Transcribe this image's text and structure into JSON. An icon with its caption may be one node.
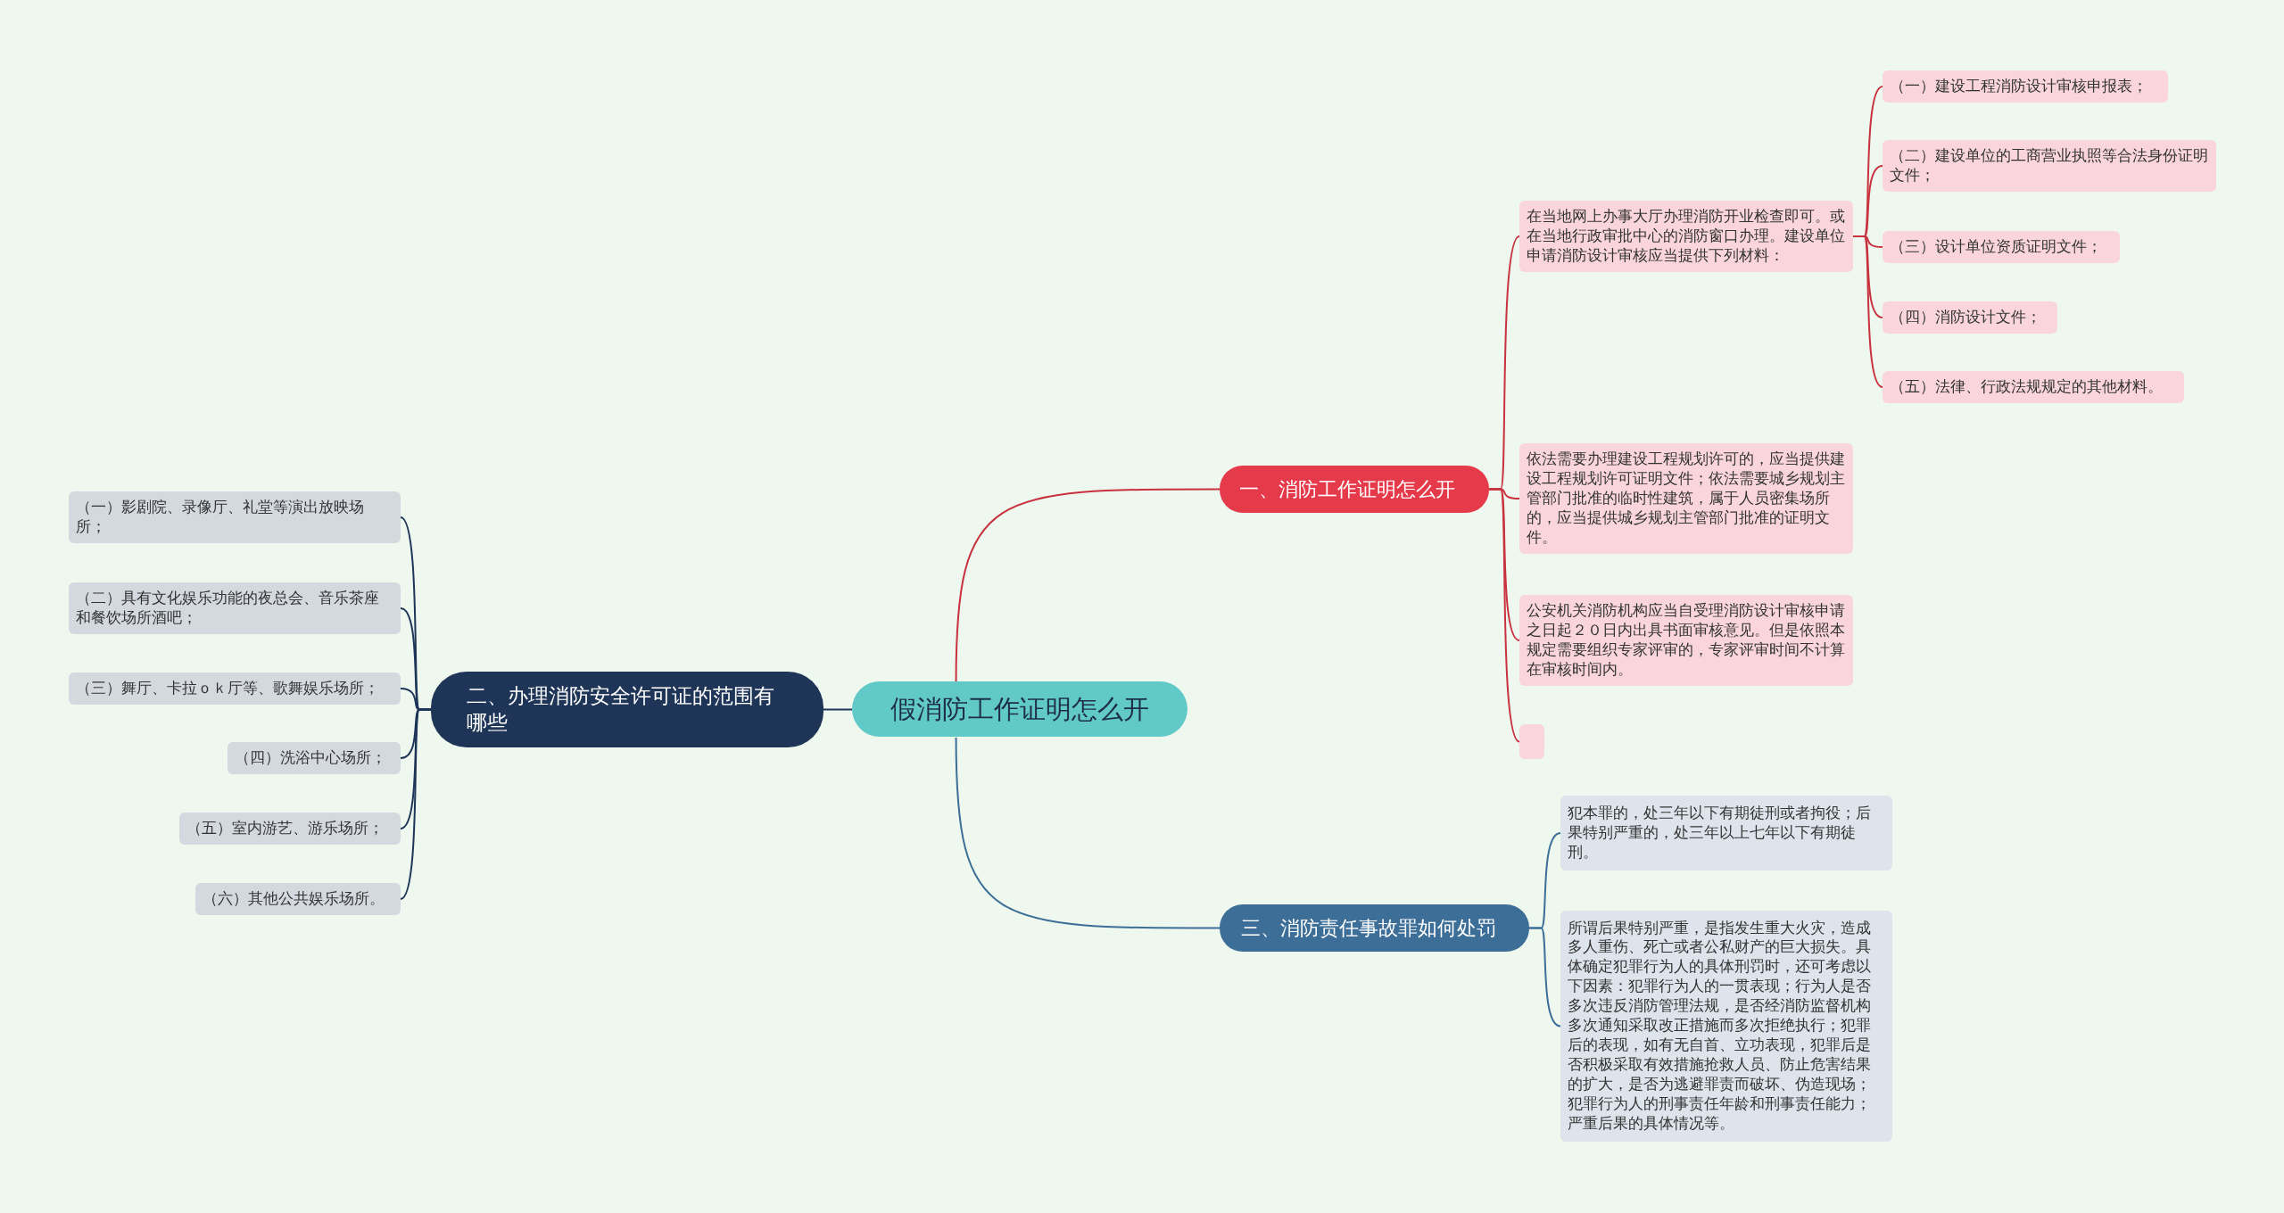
{
  "diagram": {
    "nodes": [
      {
        "text": [
          "假消防工作证明怎么开"
        ]
      },
      {
        "text": [
          "一、消防工作证明怎么开"
        ]
      },
      {
        "text": [
          "在当地网上办事大厅办理消防开业检查即可。或在当地行政审批中心的消防窗口办理。建设单位申请消防设计审核应当提供下列材料："
        ]
      },
      {
        "text": [
          "（一）建设工程消防设计审核申报表；"
        ]
      },
      {
        "text": [
          "（二）建设单位的工商营业执照等合法身份证明文件；"
        ]
      },
      {
        "text": [
          "（三）设计单位资质证明文件；"
        ]
      },
      {
        "text": [
          "（四）消防设计文件；"
        ]
      },
      {
        "text": [
          "（五）法律、行政法规规定的其他材料。"
        ]
      },
      {
        "text": [
          "依法需要办理建设工程规划许可的，应当提供建设工程规划许可证明文件；依法需要城乡规划主管部门批准的临时性建筑，属于人员密集场所的，应当提供城乡规划主管部门批准的证明文件。"
        ]
      },
      {
        "text": [
          "公安机关消防机构应当自受理消防设计审核申请之日起２０日内出具书面审核意见。但是依照本规定需要组织专家评审的，专家评审时间不计算在审核时间内。"
        ]
      },
      {
        "text": [],
        "shape": "box"
      },
      {
        "text": [
          "二、办理消防安全许可证的范围有哪些"
        ]
      },
      {
        "text": [
          "（一）影剧院、录像厅、礼堂等演出放映场所；"
        ]
      },
      {
        "text": [
          "（二）具有文化娱乐功能的夜总会、音乐茶座和餐饮场所酒吧；"
        ]
      },
      {
        "text": [
          "（三）舞厅、卡拉ｏｋ厅等、歌舞娱乐场所；"
        ]
      },
      {
        "text": [
          "（四）洗浴中心场所；"
        ]
      },
      {
        "text": [
          "（五）室内游艺、游乐场所；"
        ]
      },
      {
        "text": [
          "（六）其他公共娱乐场所。"
        ]
      },
      {
        "text": [
          "三、消防责任事故罪如何处罚"
        ]
      },
      {
        "text": [
          "犯本罪的，处三年以下有期徒刑或者拘役；后果特别严重的，处三年以上七年以下有期徒刑。"
        ]
      },
      {
        "text": [
          "所谓后果特别严重，是指发生重大火灾，造成多人重伤、死亡或者公私财产的巨大损失。具体确定犯罪行为人的具体刑罚时，还可考虑以下因素：犯罪行为人的一贯表现；行为人是否多次违反消防管理法规，是否经消防监督机构多次通知采取改正措施而多次拒绝执行；犯罪后的表现，如有无自首、立功表现，犯罪后是否积极采取有效措施抢救人员、防止危害结果的扩大，是否为逃避罪责而破坏、伪造现场；犯罪行为人的刑事责任年龄和刑事责任能力；严重后果的具体情况等。"
        ]
      }
    ],
    "edges": [
      {
        "from": 0,
        "to": 1,
        "arrow": "none"
      },
      {
        "from": 1,
        "to": 2,
        "arrow": "none"
      },
      {
        "from": 2,
        "to": 3,
        "arrow": "none"
      },
      {
        "from": 2,
        "to": 4,
        "arrow": "none"
      },
      {
        "from": 2,
        "to": 5,
        "arrow": "none"
      },
      {
        "from": 2,
        "to": 6,
        "arrow": "none"
      },
      {
        "from": 2,
        "to": 7,
        "arrow": "none"
      },
      {
        "from": 1,
        "to": 8,
        "arrow": "none"
      },
      {
        "from": 1,
        "to": 9,
        "arrow": "none"
      },
      {
        "from": 1,
        "to": 10,
        "arrow": "none"
      },
      {
        "from": 0,
        "to": 11,
        "arrow": "none",
        "color": "#1e3557"
      },
      {
        "from": 11,
        "to": 12,
        "arrow": "none",
        "color": "#1e3557"
      },
      {
        "from": 11,
        "to": 13,
        "arrow": "none",
        "color": "#1e3557"
      },
      {
        "from": 11,
        "to": 14,
        "arrow": "none",
        "color": "#1e3557"
      },
      {
        "from": 11,
        "to": 15,
        "arrow": "none",
        "color": "#1e3557"
      },
      {
        "from": 11,
        "to": 16,
        "arrow": "none",
        "color": "#1e3557"
      },
      {
        "from": 11,
        "to": 17,
        "arrow": "none",
        "color": "#1e3557"
      },
      {
        "from": 0,
        "to": 18,
        "arrow": "none",
        "color": "#3c6e97"
      },
      {
        "from": 18,
        "to": 19,
        "arrow": "none",
        "color": "#3c6e97"
      },
      {
        "from": 18,
        "to": 20,
        "arrow": "none",
        "color": "#3c6e97"
      }
    ]
  }
}
